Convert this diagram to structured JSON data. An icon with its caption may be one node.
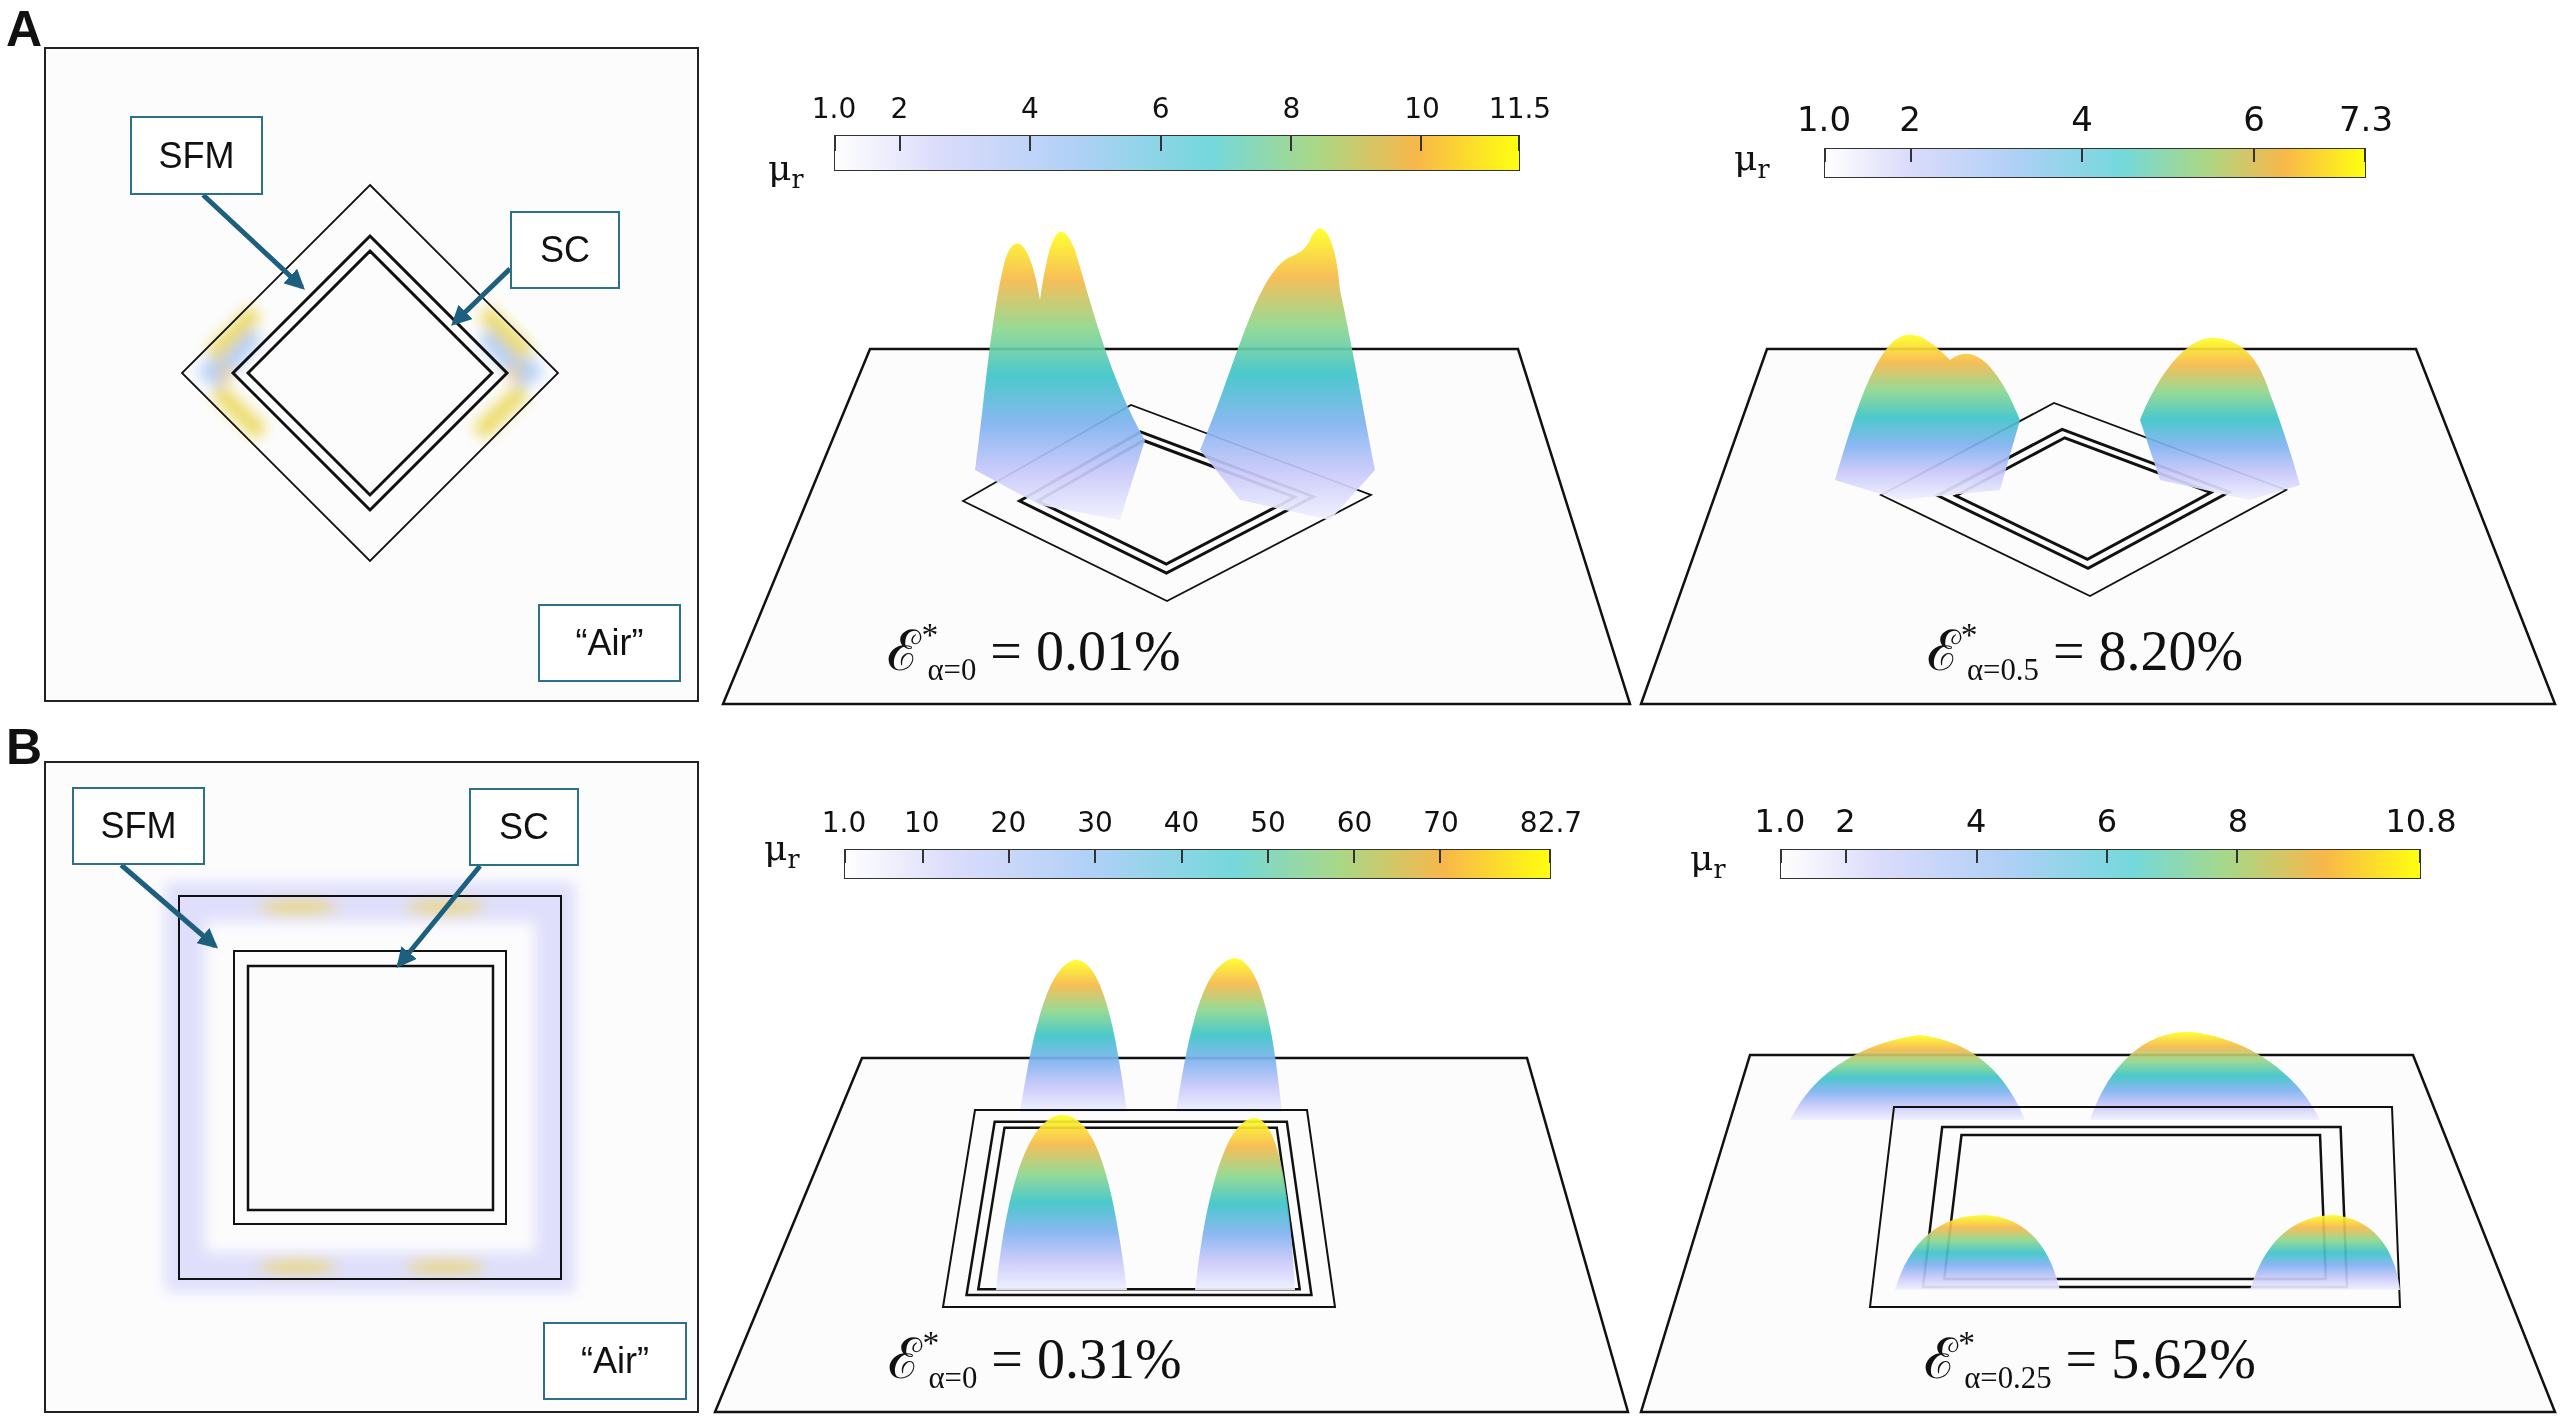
{
  "diagram": {
    "nodes": [
      {
        "text": [
          "SFM"
        ]
      },
      {
        "text": [
          "SC"
        ]
      },
      {
        "text": [
          "“Air”"
        ]
      },
      {
        "text": [
          "SFM"
        ]
      },
      {
        "text": [
          "SC"
        ]
      },
      {
        "text": [
          "“Air”"
        ]
      }
    ],
    "edges": [
      {
        "from": 0,
        "to": null,
        "arrow": "to"
      },
      {
        "from": 1,
        "to": null,
        "arrow": "to"
      },
      {
        "from": 3,
        "to": null,
        "arrow": "to"
      },
      {
        "from": 4,
        "to": null,
        "arrow": "to"
      }
    ],
    "labels": [
      "A",
      "μ$_{r}$",
      "1.0",
      "2",
      "4",
      "6",
      "8",
      "10",
      "11.5",
      "μ$_{r}$",
      "1.0",
      "2",
      "4",
      "6",
      "7.3",
      "ℰ$^{*}$$_{α=0}$ = 0.01%",
      "ℰ$^{*}$$_{α=0.5}$ = 8.20%",
      "B",
      "μ$_{r}$",
      "1.0",
      "10",
      "20",
      "30",
      "40",
      "50",
      "60",
      "70",
      "82.7",
      "μ$_{r}$",
      "1.0",
      "2",
      "4",
      "6",
      "8",
      "10.8",
      "ℰ$^{*}$$_{α=0}$ = 0.31%",
      "ℰ$^{*}$$_{α=0.25}$ = 5.62%"
    ]
  }
}
